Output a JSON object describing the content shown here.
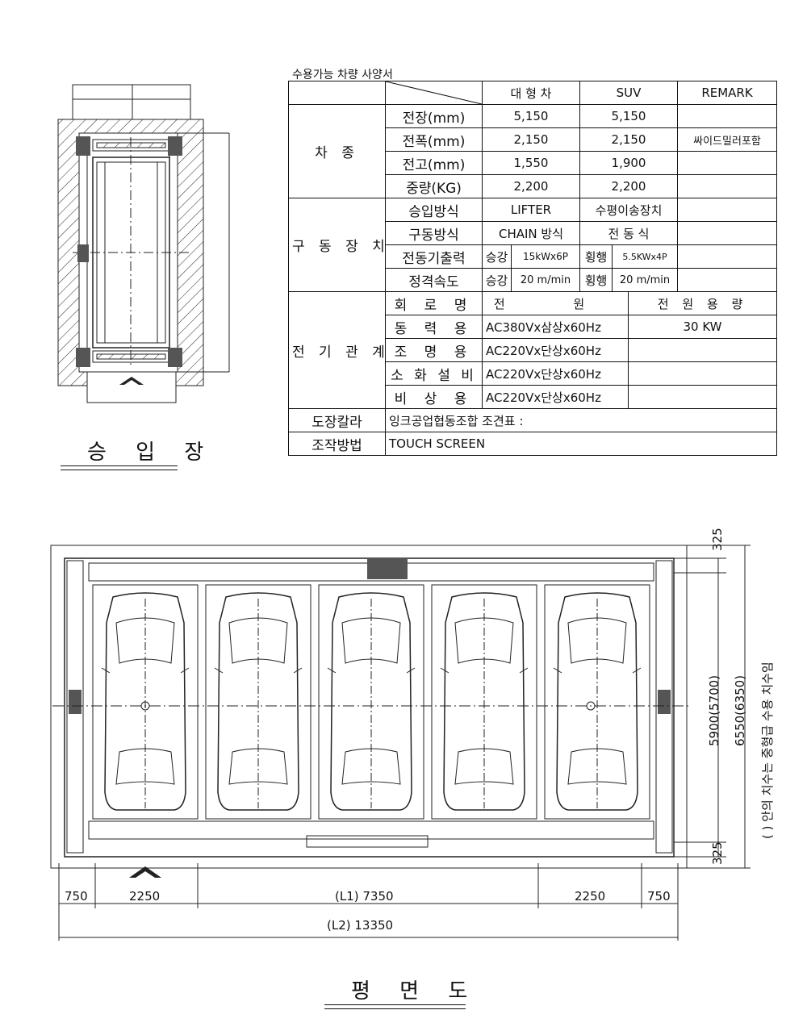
{
  "spec": {
    "caption": "수용가능 차량 사양서",
    "header": {
      "col1": "대 형 차",
      "col2": "SUV",
      "col3": "REMARK"
    },
    "vehicle": {
      "category": "차 종",
      "rows": [
        {
          "label": "전장(mm)",
          "v1": "5,150",
          "v2": "5,150",
          "remark": ""
        },
        {
          "label": "전폭(mm)",
          "v1": "2,150",
          "v2": "2,150",
          "remark": "싸이드밀러포함"
        },
        {
          "label": "전고(mm)",
          "v1": "1,550",
          "v2": "1,900",
          "remark": ""
        },
        {
          "label": "중량(KG)",
          "v1": "2,200",
          "v2": "2,200",
          "remark": ""
        }
      ]
    },
    "drive": {
      "category": "구 동 장 치",
      "entry": {
        "label": "승입방식",
        "v1": "LIFTER",
        "v2": "수평이송장치"
      },
      "method": {
        "label": "구동방식",
        "v1": "CHAIN 방식",
        "v2": "전 동 식"
      },
      "motor": {
        "label": "전동기출력",
        "a": "승강",
        "b": "15kWx6P",
        "c": "횡행",
        "d": "5.5KWx4P"
      },
      "speed": {
        "label": "정격속도",
        "a": "승강",
        "b": "20 m/min",
        "c": "횡행",
        "d": "20 m/min"
      }
    },
    "electric": {
      "category": "전 기 관 계",
      "header": {
        "label": "회 로 명",
        "power": "전 원",
        "capacity": "전 원 용 량"
      },
      "rows": [
        {
          "label": "동 력 용",
          "power": "AC380Vx삼상x60Hz",
          "capacity": "30 KW"
        },
        {
          "label": "조 명 용",
          "power": "AC220Vx단상x60Hz",
          "capacity": ""
        },
        {
          "label": "소 화 설 비",
          "power": "AC220Vx단상x60Hz",
          "capacity": ""
        },
        {
          "label": "비 상 용",
          "power": "AC220Vx단상x60Hz",
          "capacity": ""
        }
      ]
    },
    "paint": {
      "label": "도장칼라",
      "value": "잉크공업협동조합 조견표 :"
    },
    "operation": {
      "label": "조작방법",
      "value": "TOUCH SCREEN"
    }
  },
  "entry_view": {
    "title": "승 입 장"
  },
  "plan_view": {
    "title": "평 면 도",
    "dims": {
      "left_margin": "750",
      "left_bay": "2250",
      "l1": "(L1)  7350",
      "right_bay": "2250",
      "right_margin": "750",
      "l2": "(L2)  13350",
      "depth_inner": "5900(5700)",
      "depth_outer": "6550(6350)",
      "top_offset": "325",
      "bottom_offset": "325",
      "note": "( ) 안의 치수는 중형급 수용 치수임"
    },
    "car_slots": 5
  }
}
